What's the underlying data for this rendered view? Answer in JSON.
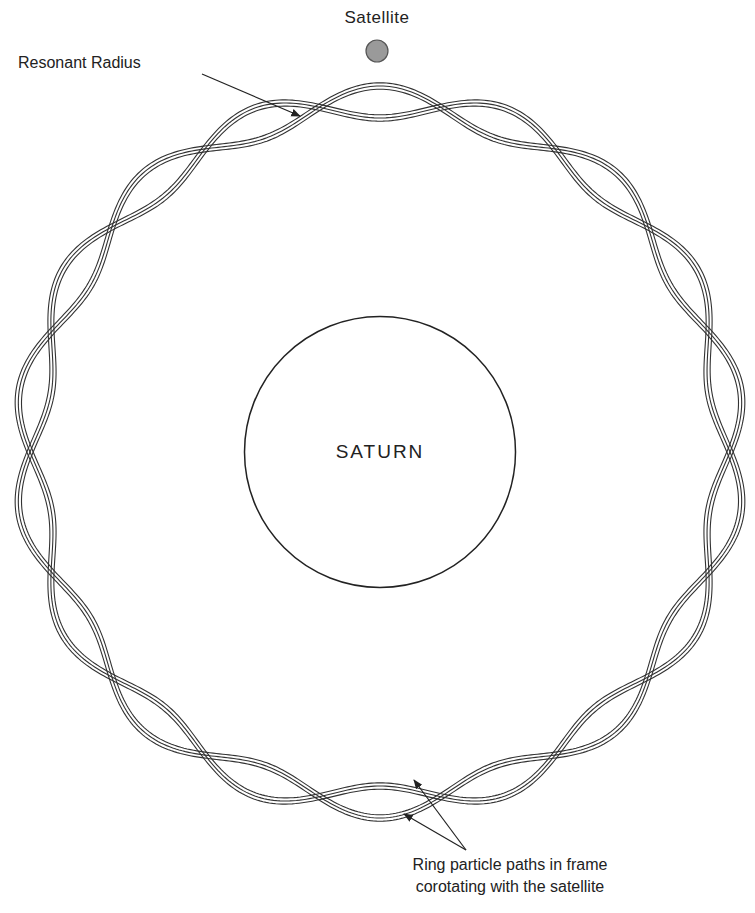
{
  "diagram": {
    "nodes": [
      {
        "text": [
          "Satellite"
        ]
      },
      {
        "text": [
          "SATURN"
        ]
      }
    ],
    "labels": [
      "Resonant Radius",
      "Ring particle paths in frame corotating with the satellite"
    ]
  }
}
